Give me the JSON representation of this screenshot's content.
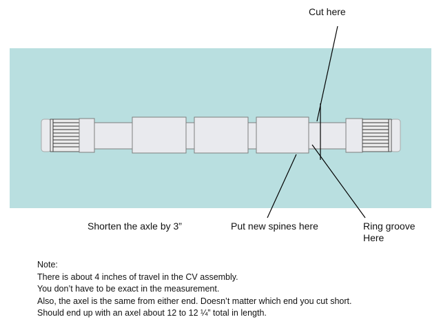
{
  "labels": {
    "cut_here": "Cut here",
    "shorten": "Shorten the axle by 3”",
    "spines": "Put new spines here",
    "ring_groove_line1": "Ring groove",
    "ring_groove_line2": "Here"
  },
  "note": {
    "heading": "Note:",
    "lines": [
      "There is about 4 inches of travel in the CV assembly.",
      "You don’t have to be exact in the measurement.",
      "Also, the axel is the same from either end. Doesn’t matter which end you cut short.",
      "Should end up with an axel about 12  to 12 ¼” total in length."
    ]
  },
  "colors": {
    "background_panel": "#b9dfe0",
    "axle_fill": "#e9eaee",
    "axle_stroke": "#7d7d7d",
    "line": "#000000"
  }
}
